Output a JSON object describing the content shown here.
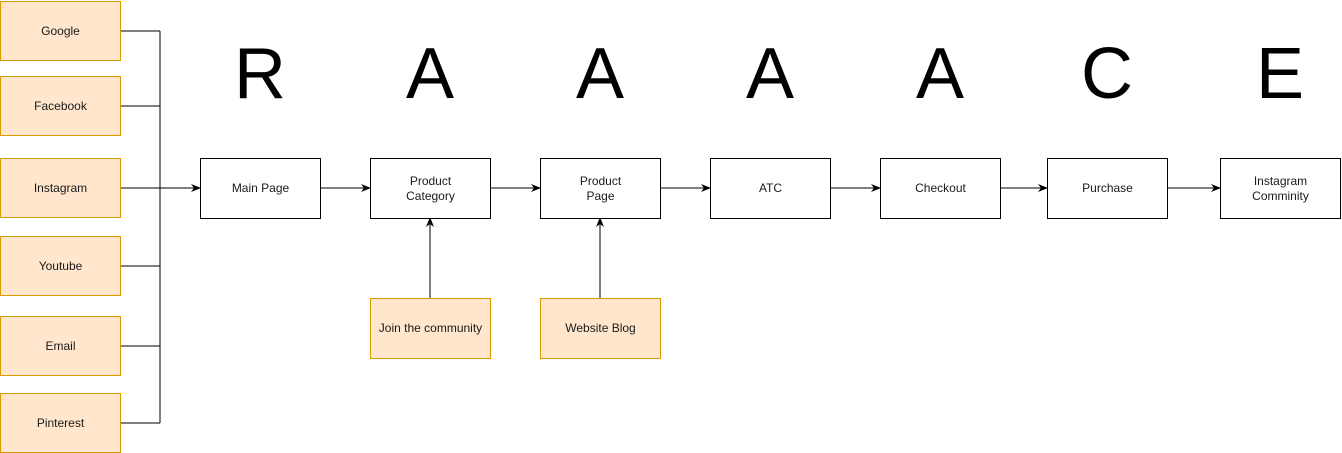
{
  "diagram": {
    "colors": {
      "source_fill": "#ffe6cc",
      "source_stroke": "#d79b00",
      "step_fill": "#ffffff",
      "step_stroke": "#000000",
      "connector": "#000000"
    },
    "stage_letters": [
      "R",
      "A",
      "A",
      "A",
      "A",
      "C",
      "E"
    ],
    "traffic_sources": [
      "Google",
      "Facebook",
      "Instagram",
      "Youtube",
      "Email",
      "Pinterest"
    ],
    "funnel_steps": [
      "Main Page",
      "Product\nCategory",
      "Product\nPage",
      "ATC",
      "Checkout",
      "Purchase",
      "Instagram\nComminity"
    ],
    "feeders": [
      {
        "label": "Join the community",
        "target_step": 1
      },
      {
        "label": "Website Blog",
        "target_step": 2
      }
    ]
  }
}
